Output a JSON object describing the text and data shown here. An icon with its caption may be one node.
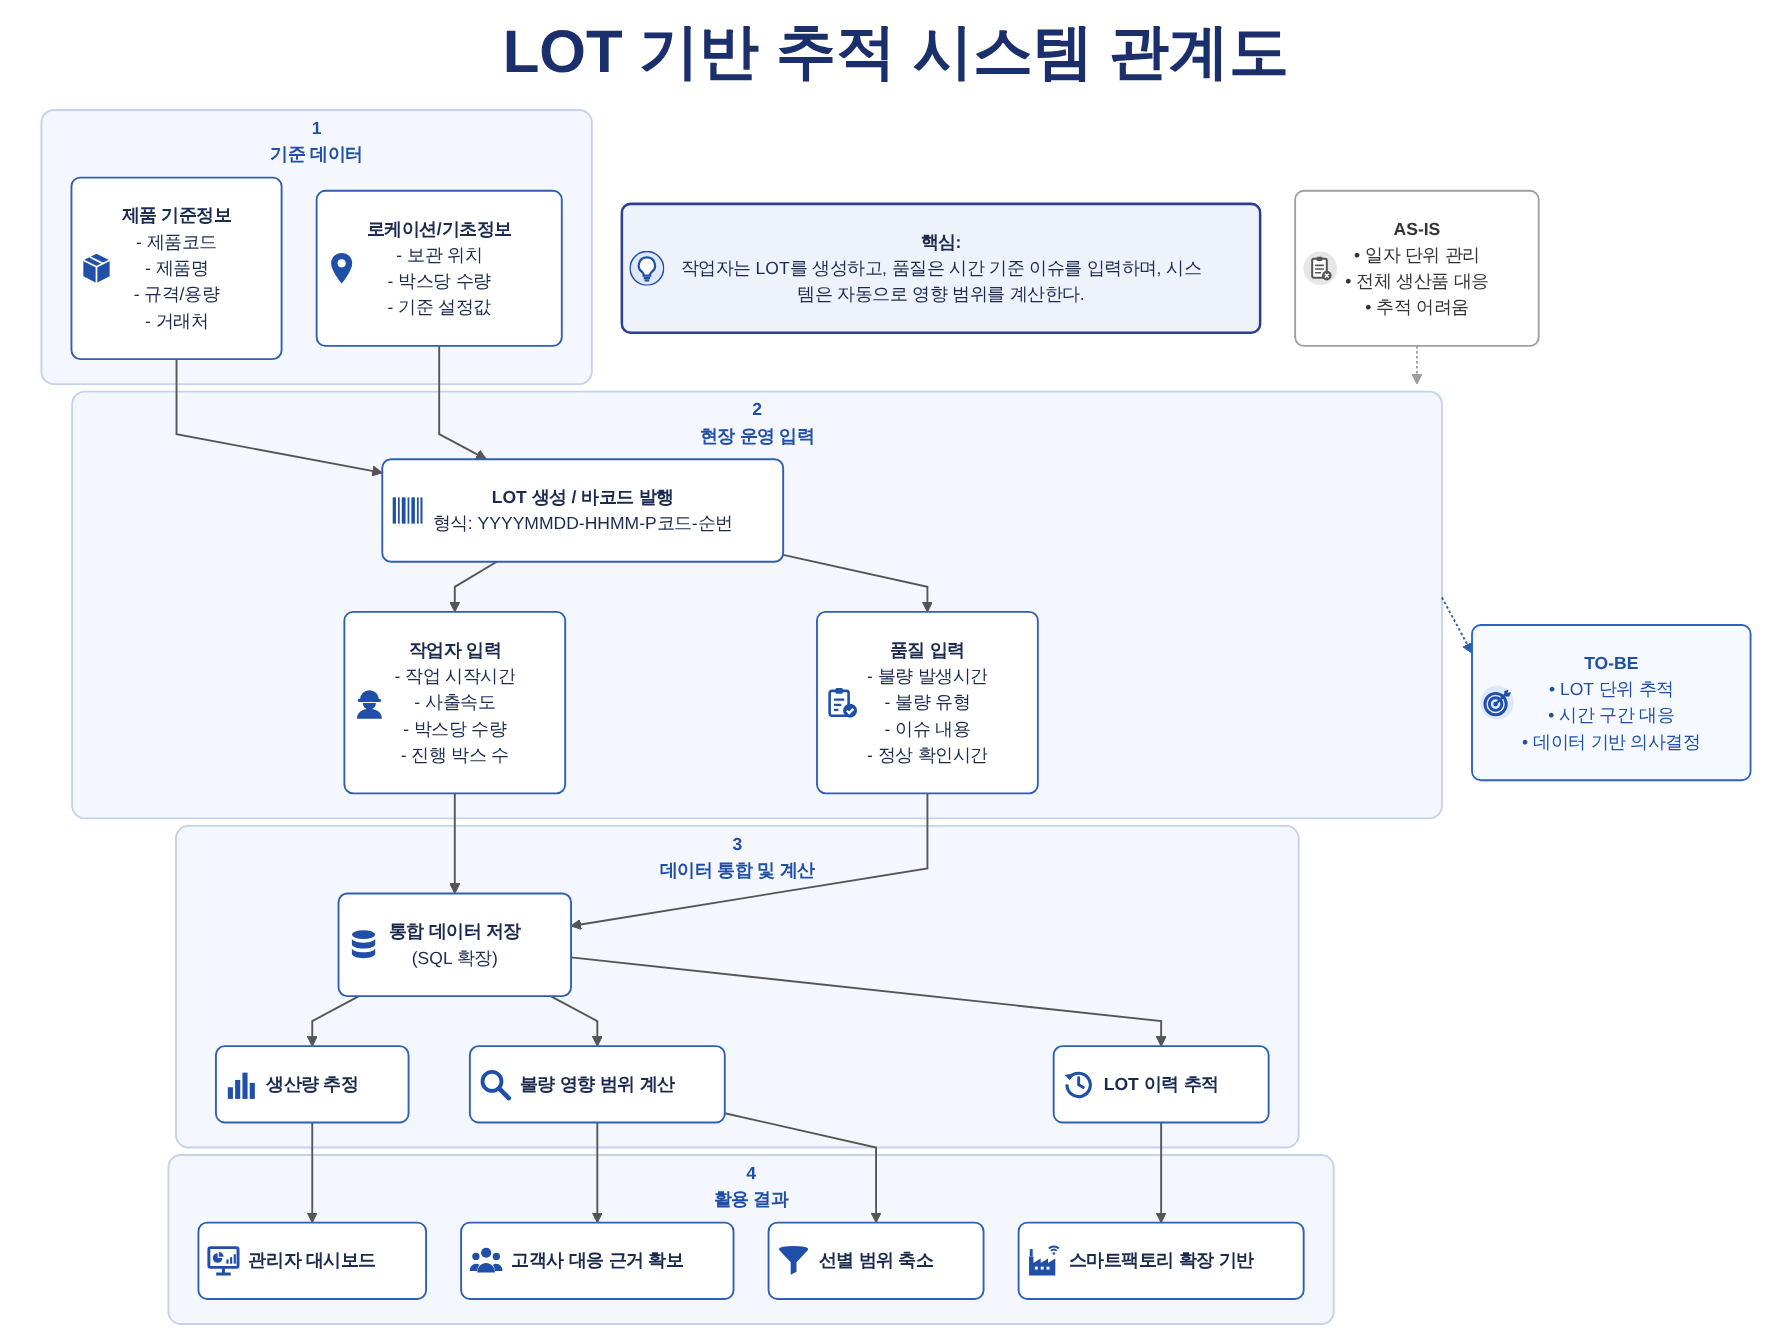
{
  "diagram": {
    "title": "LOT 기반 추적 시스템 관계도",
    "nodes": [
      {
        "text": [
          "1",
          "기준 데이터"
        ]
      },
      {
        "text": [
          "제품 기준정보",
          "- 제품코드",
          "- 제품명",
          "- 규격/용량",
          "- 거래처"
        ],
        "in": 0
      },
      {
        "text": [
          "로케이션/기초정보",
          "- 보관 위치",
          "- 박스당 수량",
          "- 기준 설정값"
        ],
        "in": 0
      },
      {
        "text": [
          "2",
          "현장 운영 입력"
        ]
      },
      {
        "text": [
          "LOT 생성 / 바코드 발행",
          "형식: YYYYMMDD-HHMM-P코드-순번"
        ],
        "in": 3
      },
      {
        "text": [
          "작업자 입력",
          "- 작업 시작시간",
          "- 사출속도",
          "- 박스당 수량",
          "- 진행 박스 수"
        ],
        "in": 3
      },
      {
        "text": [
          "품질 입력",
          "- 불량 발생시간",
          "- 불량 유형",
          "- 이슈 내용",
          "- 정상 확인시간"
        ],
        "in": 3
      },
      {
        "text": [
          "3",
          "데이터 통합 및 계산"
        ]
      },
      {
        "text": [
          "통합 데이터 저장",
          "(SQL 확장)"
        ],
        "in": 7
      },
      {
        "text": [
          "생산량 추정"
        ],
        "in": 7
      },
      {
        "text": [
          "불량 영향 범위 계산"
        ],
        "in": 7
      },
      {
        "text": [
          "LOT 이력 추적"
        ],
        "in": 7
      },
      {
        "text": [
          "4",
          "활용 결과"
        ]
      },
      {
        "text": [
          "관리자 대시보드"
        ],
        "in": 12
      },
      {
        "text": [
          "고객사 대응 근거 확보"
        ],
        "in": 12
      },
      {
        "text": [
          "선별 범위 축소"
        ],
        "in": 12
      },
      {
        "text": [
          "스마트팩토리 확장 기반"
        ],
        "in": 12
      },
      {
        "text": [
          "AS-IS",
          "• 일자 단위 관리",
          "• 전체 생산품 대응",
          "• 추적 어려움"
        ]
      },
      {
        "text": [
          "TO-BE",
          "• LOT 단위 추적",
          "• 시간 구간 대응",
          "• 데이터 기반 의사결정"
        ]
      },
      {
        "text": [
          "핵심:",
          "작업자는 LOT를 생성하고, 품질은 시간 기준 이슈를 입력하며, 시스템은 자동으로 영향 범위를 계산한다."
        ]
      }
    ],
    "edges": [
      {
        "from": 1,
        "to": 4,
        "arrow": "to"
      },
      {
        "from": 2,
        "to": 4,
        "arrow": "to"
      },
      {
        "from": 17,
        "to": 3,
        "arrow": "to",
        "style": "dashed",
        "color": "#9e9e9e"
      },
      {
        "from": 3,
        "to": 18,
        "arrow": "to",
        "style": "dashed",
        "color": "#2a5db0"
      },
      {
        "from": 4,
        "to": 5,
        "arrow": "to"
      },
      {
        "from": 4,
        "to": 6,
        "arrow": "to"
      },
      {
        "from": 5,
        "to": 8,
        "arrow": "to"
      },
      {
        "from": 6,
        "to": 8,
        "arrow": "to"
      },
      {
        "from": 8,
        "to": 9,
        "arrow": "to"
      },
      {
        "from": 8,
        "to": 10,
        "arrow": "to"
      },
      {
        "from": 8,
        "to": 11,
        "arrow": "to"
      },
      {
        "from": 9,
        "to": 13,
        "arrow": "to"
      },
      {
        "from": 10,
        "to": 14,
        "arrow": "to"
      },
      {
        "from": 10,
        "to": 15,
        "arrow": "to"
      },
      {
        "from": 11,
        "to": 16,
        "arrow": "to"
      }
    ]
  }
}
